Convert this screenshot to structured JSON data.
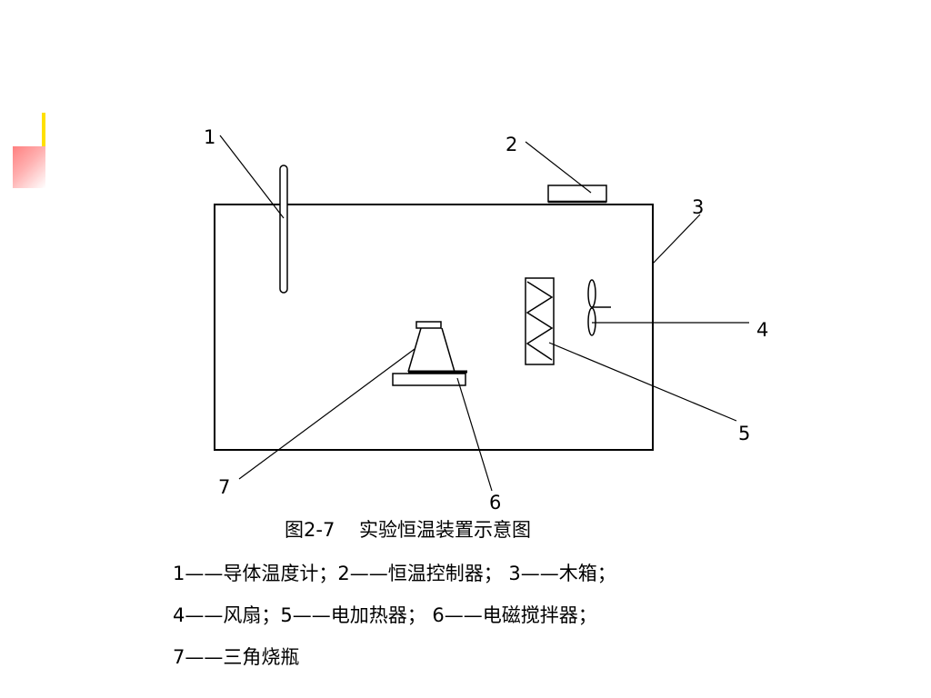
{
  "diagram": {
    "labels": {
      "n1": "1",
      "n2": "2",
      "n3": "3",
      "n4": "4",
      "n5": "5",
      "n6": "6",
      "n7": "7"
    }
  },
  "caption": {
    "title": "图2-7    实验恒温装置示意图",
    "legend_line1": "1——导体温度计；2——恒温控制器； 3——木箱；",
    "legend_line2": "4——风扇；5——电加热器； 6——电磁搅拌器；",
    "legend_line3": "7——三角烧瓶"
  },
  "colors": {
    "accent_bar": "#ffe000",
    "accent_square": "#ff8080",
    "line": "#000000"
  }
}
